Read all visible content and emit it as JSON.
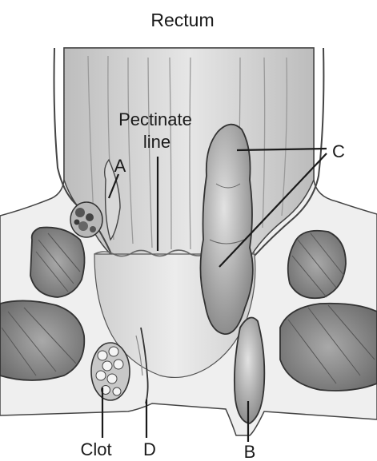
{
  "title": "Rectum",
  "labels": {
    "pectinate_line_1": "Pectinate",
    "pectinate_line_2": "line",
    "a": "A",
    "b": "B",
    "c": "C",
    "d": "D",
    "clot": "Clot"
  },
  "colors": {
    "tissue_light": "#e4e4e4",
    "tissue_mid": "#c9c9c9",
    "tissue_dark": "#8f8f8f",
    "outline": "#3a3a3a",
    "background": "#ffffff"
  }
}
